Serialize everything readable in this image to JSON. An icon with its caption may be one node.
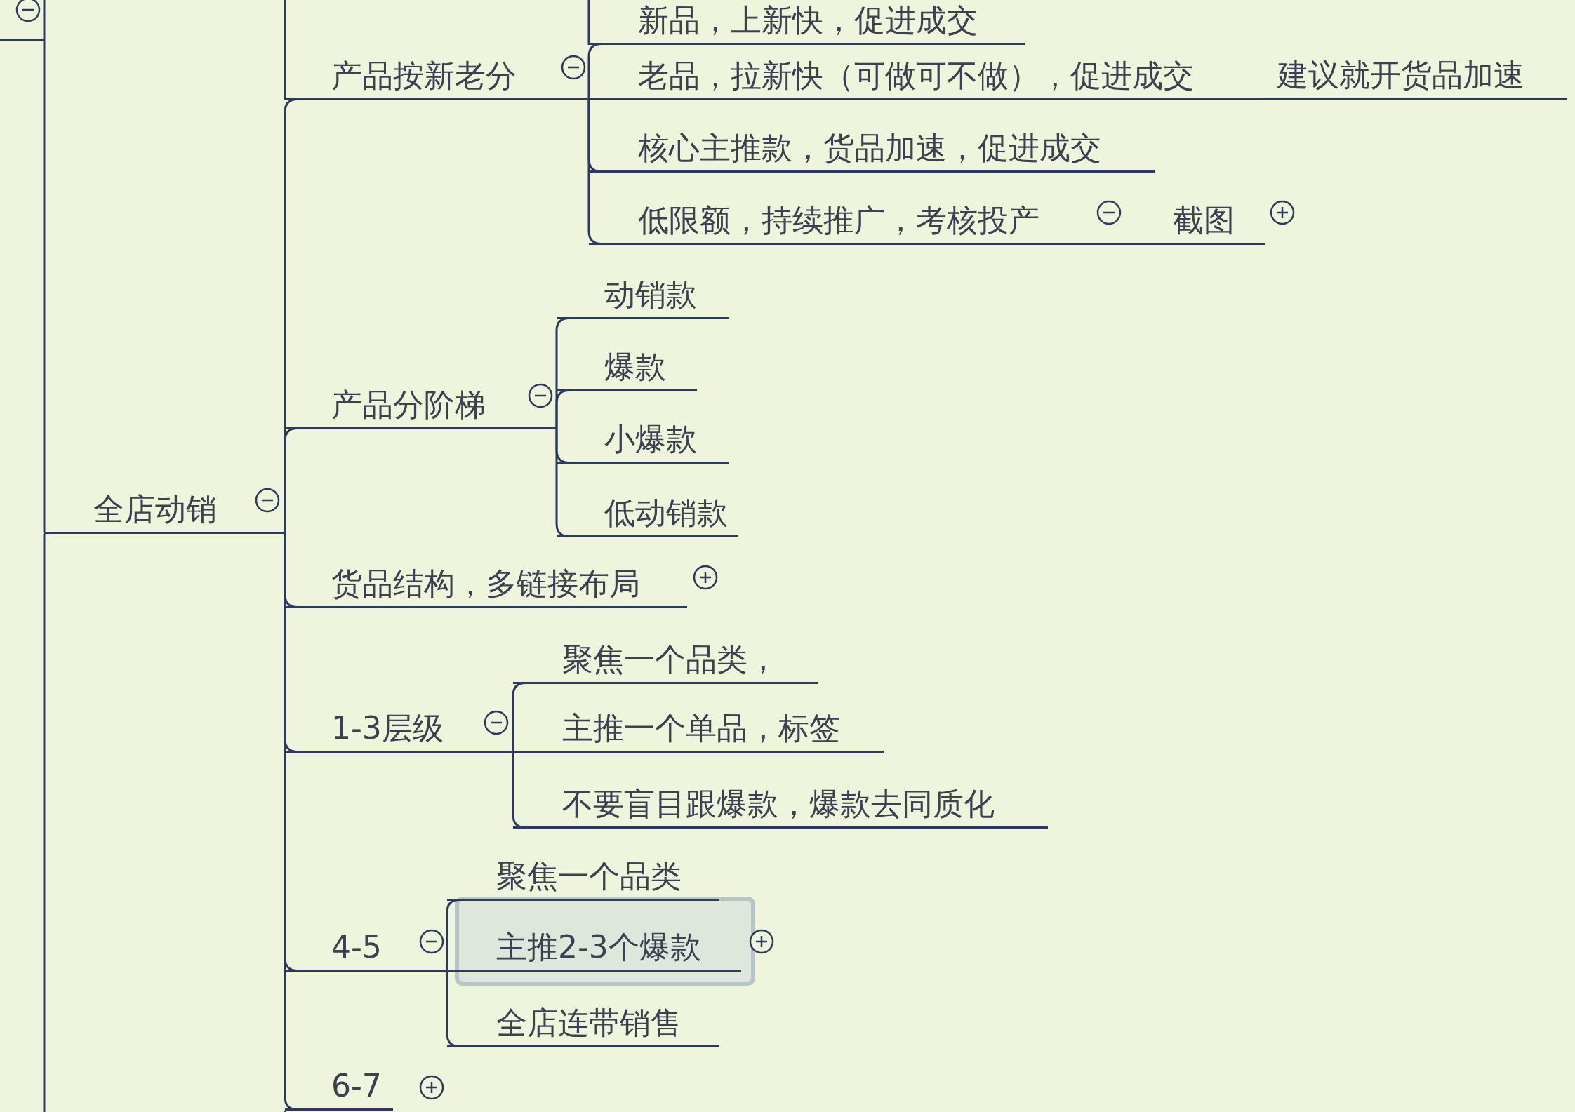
{
  "diagram": {
    "nodes": [
      {
        "text": [
          "全店动销"
        ]
      },
      {
        "text": [
          "产品按新老分"
        ]
      },
      {
        "text": [
          "新品，上新快，促进成交"
        ]
      },
      {
        "text": [
          "老品，拉新快（可做可不做），促进成交"
        ]
      },
      {
        "text": [
          "建议就开货品加速"
        ]
      },
      {
        "text": [
          "核心主推款，货品加速，促进成交"
        ]
      },
      {
        "text": [
          "低限额，持续推广，考核投产"
        ]
      },
      {
        "text": [
          "截图"
        ]
      },
      {
        "text": [
          "产品分阶梯"
        ]
      },
      {
        "text": [
          "动销款"
        ]
      },
      {
        "text": [
          "爆款"
        ]
      },
      {
        "text": [
          "小爆款"
        ]
      },
      {
        "text": [
          "低动销款"
        ]
      },
      {
        "text": [
          "货品结构，多链接布局"
        ]
      },
      {
        "text": [
          "1-3层级"
        ]
      },
      {
        "text": [
          "聚焦一个品类，"
        ]
      },
      {
        "text": [
          "主推一个单品，标签"
        ]
      },
      {
        "text": [
          "不要盲目跟爆款，爆款去同质化"
        ]
      },
      {
        "text": [
          "4-5"
        ]
      },
      {
        "text": [
          "聚焦一个品类"
        ]
      },
      {
        "text": [
          "主推2-3个爆款"
        ]
      },
      {
        "text": [
          "全店连带销售"
        ]
      },
      {
        "text": [
          "6-7"
        ]
      }
    ],
    "edges": [
      {
        "from": null,
        "to": 0,
        "arrow": "none"
      },
      {
        "from": 0,
        "to": 1,
        "arrow": "none"
      },
      {
        "from": 1,
        "to": 2,
        "arrow": "none"
      },
      {
        "from": 1,
        "to": 3,
        "arrow": "none"
      },
      {
        "from": 3,
        "to": 4,
        "arrow": "none"
      },
      {
        "from": 1,
        "to": 5,
        "arrow": "none"
      },
      {
        "from": 1,
        "to": 6,
        "arrow": "none"
      },
      {
        "from": 6,
        "to": 7,
        "arrow": "none"
      },
      {
        "from": 0,
        "to": 8,
        "arrow": "none"
      },
      {
        "from": 8,
        "to": 9,
        "arrow": "none"
      },
      {
        "from": 8,
        "to": 10,
        "arrow": "none"
      },
      {
        "from": 8,
        "to": 11,
        "arrow": "none"
      },
      {
        "from": 8,
        "to": 12,
        "arrow": "none"
      },
      {
        "from": 0,
        "to": 13,
        "arrow": "none"
      },
      {
        "from": 0,
        "to": 14,
        "arrow": "none"
      },
      {
        "from": 14,
        "to": 15,
        "arrow": "none"
      },
      {
        "from": 14,
        "to": 16,
        "arrow": "none"
      },
      {
        "from": 14,
        "to": 17,
        "arrow": "none"
      },
      {
        "from": 0,
        "to": 18,
        "arrow": "none"
      },
      {
        "from": 18,
        "to": 19,
        "arrow": "none"
      },
      {
        "from": 18,
        "to": 20,
        "arrow": "none"
      },
      {
        "from": 18,
        "to": 21,
        "arrow": "none"
      },
      {
        "from": 0,
        "to": 22,
        "arrow": "none"
      }
    ]
  }
}
